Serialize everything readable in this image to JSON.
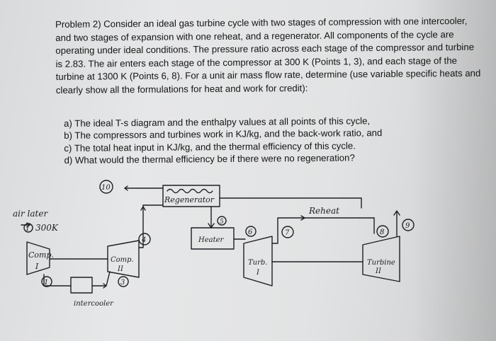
{
  "problem_statement": "Problem 2) Consider an ideal gas turbine cycle with two stages of compression with one intercooler, and two stages of expansion with one reheat, and a regenerator. All components of the cycle are operating under ideal conditions. The pressure ratio across each stage of the compressor and turbine is 2.83. The air enters each stage of the compressor at 300 K (Points 1, 3), and each stage of the turbine at 1300 K (Points 6, 8). For a unit air mass flow rate, determine (use variable specific heats and clearly show all the formulations for heat and work for credit):",
  "parts": [
    "a) The ideal T-s diagram and the enthalpy values at all points of this cycle,",
    "b) The compressors and turbines work in KJ/kg, and the back-work ratio, and",
    "c) The total heat input in KJ/kg, and the thermal efficiency of this cycle.",
    "d) What would the thermal efficiency be if there were no regeneration?"
  ],
  "diagram": {
    "inlet_label_1": "air later",
    "inlet_label_2": "300K",
    "comp1_label_1": "Comp.",
    "comp1_label_2": "I",
    "comp2_label_1": "Comp.",
    "comp2_label_2": "II",
    "intercooler_label": "intercooler",
    "regenerator_label": "Regenerator",
    "heater_label": "Heater",
    "reheat_label": "Reheat",
    "turb1_label_1": "Turb.",
    "turb1_label_2": "I",
    "turb2_label_1": "Turbine",
    "turb2_label_2": "II",
    "state_points": [
      "1",
      "3",
      "4",
      "5",
      "6",
      "7",
      "8",
      "9",
      "10"
    ]
  }
}
